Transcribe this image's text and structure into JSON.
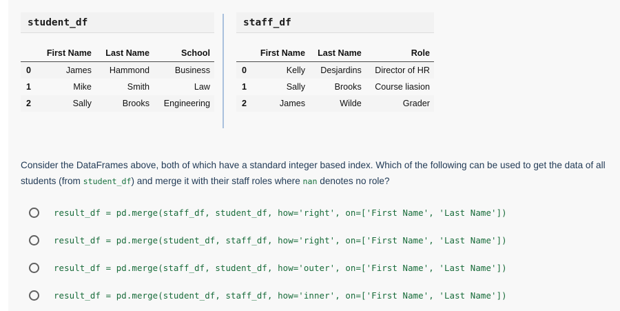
{
  "dataframes": [
    {
      "title": "student_df",
      "index_header": "",
      "columns": [
        "First Name",
        "Last Name",
        "School"
      ],
      "rows": [
        {
          "index": "0",
          "cells": [
            "James",
            "Hammond",
            "Business"
          ]
        },
        {
          "index": "1",
          "cells": [
            "Mike",
            "Smith",
            "Law"
          ]
        },
        {
          "index": "2",
          "cells": [
            "Sally",
            "Brooks",
            "Engineering"
          ]
        }
      ]
    },
    {
      "title": "staff_df",
      "index_header": "",
      "columns": [
        "First Name",
        "Last Name",
        "Role"
      ],
      "rows": [
        {
          "index": "0",
          "cells": [
            "Kelly",
            "Desjardins",
            "Director of HR"
          ]
        },
        {
          "index": "1",
          "cells": [
            "Sally",
            "Brooks",
            "Course liasion"
          ]
        },
        {
          "index": "2",
          "cells": [
            "James",
            "Wilde",
            "Grader"
          ]
        }
      ]
    }
  ],
  "question": {
    "part1": "Consider the DataFrames above, both of which have a standard integer based index. Which of the following can be used to get the data of all students (from ",
    "code1": "student_df",
    "part2": ") and merge it with their staff roles where ",
    "code2": "nan",
    "part3": " denotes no role?"
  },
  "options": [
    {
      "id": "option-a",
      "code": "result_df = pd.merge(staff_df, student_df, how='right', on=['First Name', 'Last Name'])",
      "selected": false
    },
    {
      "id": "option-b",
      "code": "result_df = pd.merge(student_df, staff_df, how='right', on=['First Name', 'Last Name'])",
      "selected": false
    },
    {
      "id": "option-c",
      "code": "result_df = pd.merge(staff_df, student_df, how='outer', on=['First Name', 'Last Name'])",
      "selected": false
    },
    {
      "id": "option-d",
      "code": "result_df = pd.merge(student_df, staff_df, how='inner', on=['First Name', 'Last Name'])",
      "selected": false
    }
  ],
  "colors": {
    "page_background": "#f8f8f8",
    "code_green": "#176b39",
    "question_text": "#223b56",
    "divider_blue": "#a9c0dd",
    "row_stripe": "#f4f4f4",
    "title_background": "#f2f2f2"
  }
}
